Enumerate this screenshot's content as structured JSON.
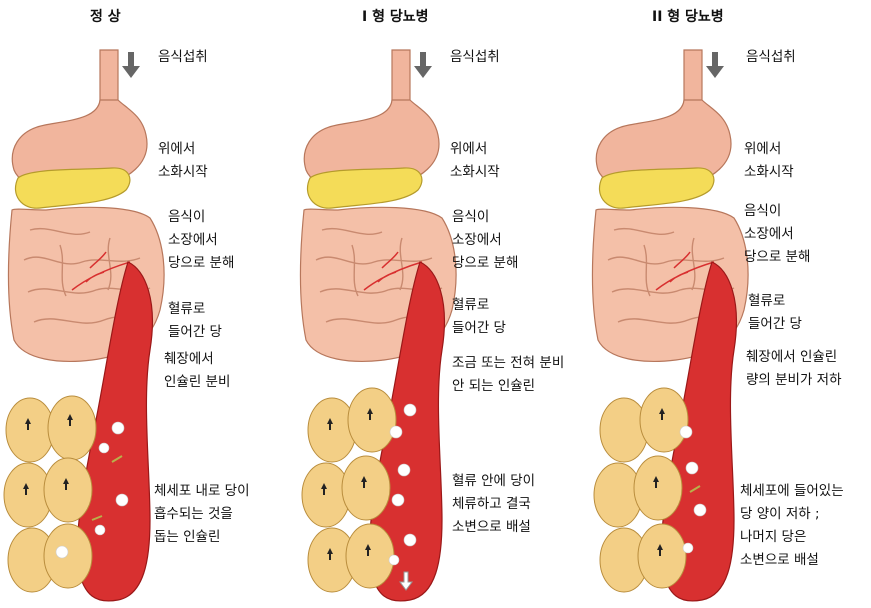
{
  "panels": [
    {
      "title": "정 상",
      "captions": {
        "intake": "음식섭취",
        "stomach": "위에서\n소화시작",
        "intestine": "음식이\n소장에서\n당으로 분해",
        "blood": "혈류로\n들어간 당",
        "pancreas": "췌장에서\n인슐린 분비",
        "cells": "체세포 내로 당이\n흡수되는 것을\n돕는 인슐린"
      }
    },
    {
      "title": "I 형 당뇨병",
      "captions": {
        "intake": "음식섭취",
        "stomach": "위에서\n소화시작",
        "intestine": "음식이\n소장에서\n당으로 분해",
        "blood": "혈류로\n들어간 당",
        "pancreas": "조금 또는 전혀 분비\n안 되는 인슐린",
        "cells": "혈류 안에 당이\n체류하고 결국\n소변으로 배설"
      }
    },
    {
      "title": "II 형 당뇨병",
      "captions": {
        "intake": "음식섭취",
        "stomach": "위에서\n소화시작",
        "intestine": "음식이\n소장에서\n당으로 분해",
        "blood": "혈류로\n들어간 당",
        "pancreas": "췌장에서 인슐린\n량의 분비가 저하",
        "cells": "체세포에 들어있는\n당 양이 저하 ;\n나머지 당은\n소변으로 배설"
      }
    }
  ],
  "colors": {
    "stomach": "#f1b59d",
    "pancreas": "#f4dc58",
    "intestine": "#f4c0a8",
    "vessel": "#d83030",
    "cells": "#f3cf86",
    "arrow": "#666666"
  }
}
